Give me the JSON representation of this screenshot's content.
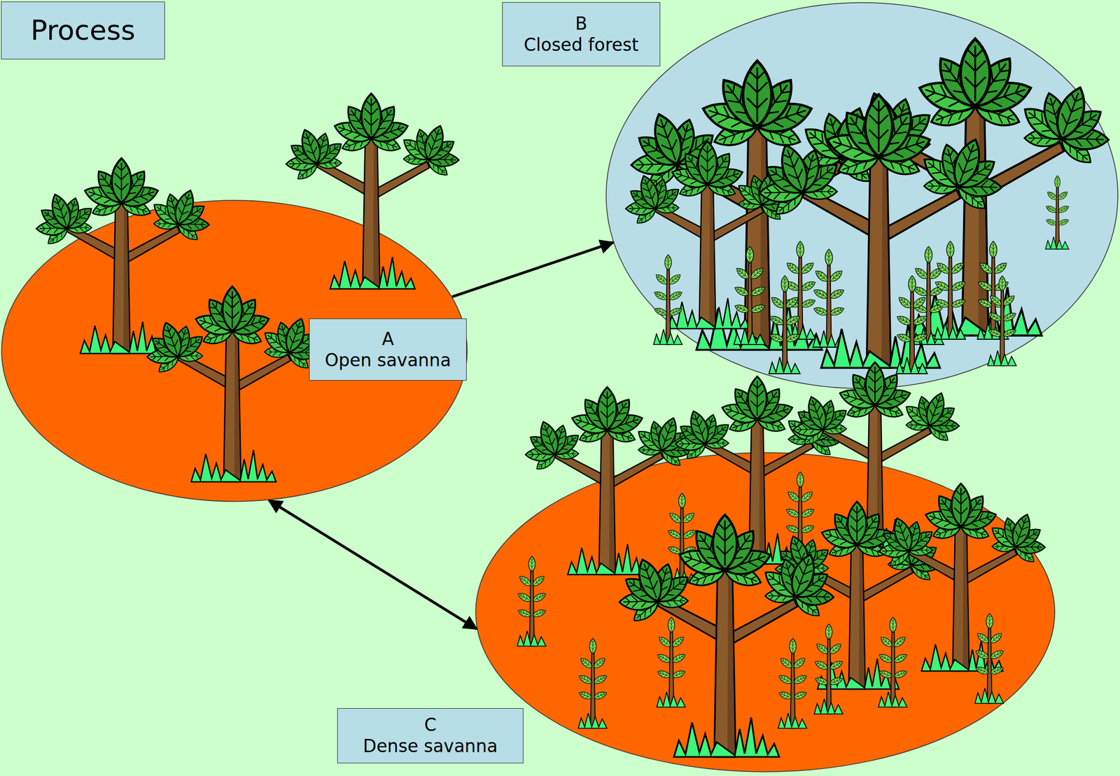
{
  "diagram": {
    "title": "Process",
    "nodes": [
      {
        "text": [
          "A",
          "Open savanna"
        ]
      },
      {
        "text": [
          "B",
          "Closed forest"
        ]
      },
      {
        "text": [
          "C",
          "Dense savanna"
        ]
      }
    ],
    "edges": [
      {
        "from": 0,
        "to": 1,
        "arrow": "to"
      },
      {
        "from": 0,
        "to": 2,
        "arrow": "both"
      }
    ]
  }
}
